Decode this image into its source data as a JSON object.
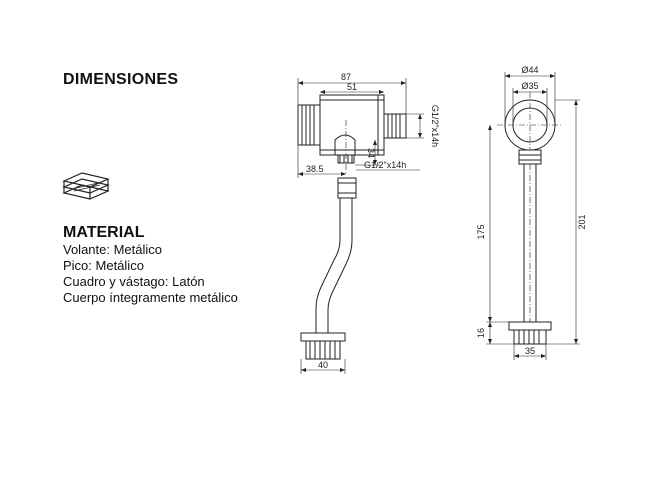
{
  "header": {
    "title": "DIMENSIONES"
  },
  "material": {
    "title": "MATERIAL",
    "items": [
      "Volante: Metálico",
      "Pico: Metálico",
      "Cuadro y vástago: Latón",
      "Cuerpo íntegramente metálico"
    ],
    "icon": "layers-material-icon"
  },
  "drawing": {
    "side_view": {
      "dim_total_width": "87",
      "dim_body_width": "51",
      "dim_thread_outlet": "G1/2\"x14h",
      "dim_height_small": "34",
      "dim_thread_inlet": "G1/2\"x14h",
      "dim_offset": "38.5",
      "dim_base_width": "40"
    },
    "front_view": {
      "dim_outer_diameter": "Ø44",
      "dim_inner_diameter": "Ø35",
      "dim_height_total": "201",
      "dim_height_tube": "175",
      "dim_base_height": "16",
      "dim_base_width": "35"
    }
  }
}
